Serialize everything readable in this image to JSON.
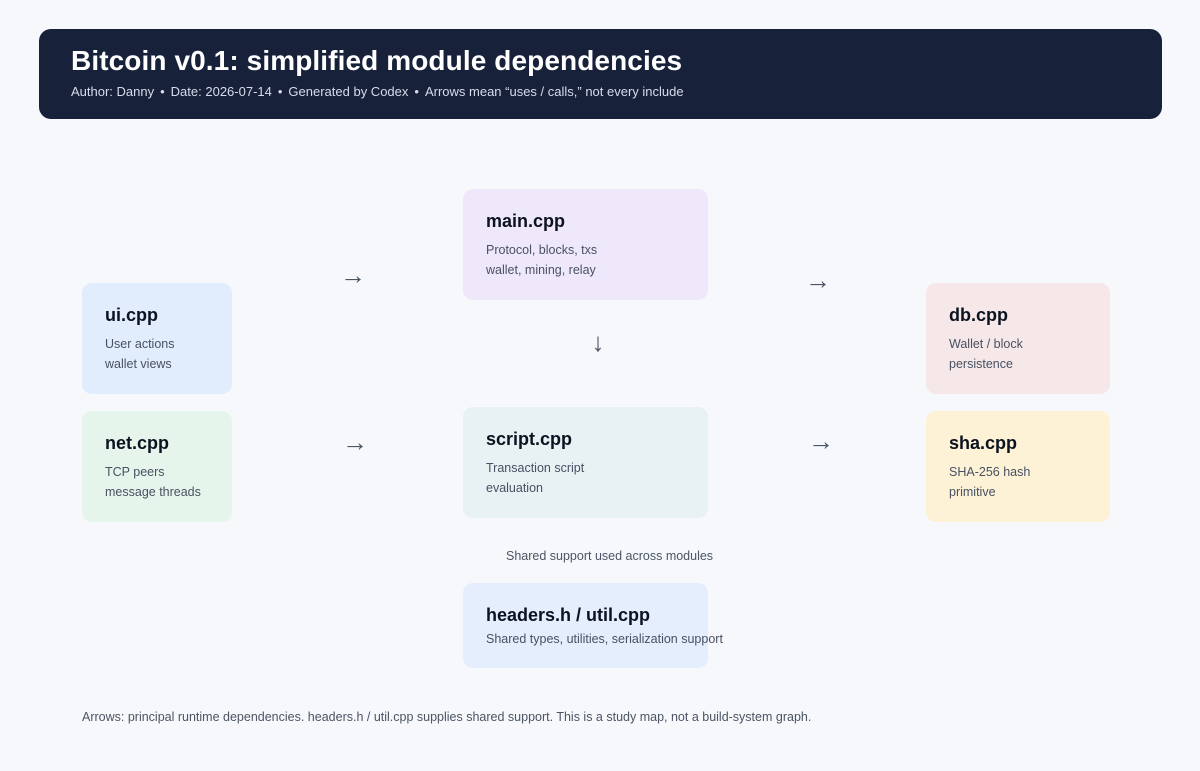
{
  "header": {
    "title": "Bitcoin v0.1: simplified module dependencies",
    "meta": [
      "Author: Danny",
      "Date: 2026-07-14",
      "Generated by Codex",
      "Arrows mean “uses / calls,” not every include"
    ],
    "separator": "•"
  },
  "modules": {
    "ui": {
      "name": "ui.cpp",
      "lines": [
        "User actions",
        "wallet views"
      ],
      "color": "#e1edfd"
    },
    "net": {
      "name": "net.cpp",
      "lines": [
        "TCP peers",
        "message threads"
      ],
      "color": "#e6f5eb"
    },
    "main": {
      "name": "main.cpp",
      "lines": [
        "Protocol, blocks, txs",
        "wallet, mining, relay"
      ],
      "color": "#efe8fa"
    },
    "script": {
      "name": "script.cpp",
      "lines": [
        "Transaction script",
        "evaluation"
      ],
      "color": "#e8f1f3"
    },
    "db": {
      "name": "db.cpp",
      "lines": [
        "Wallet / block",
        "persistence"
      ],
      "color": "#f6e8e8"
    },
    "sha": {
      "name": "sha.cpp",
      "lines": [
        "SHA-256 hash",
        "primitive"
      ],
      "color": "#fdf2d6"
    },
    "headers": {
      "name": "headers.h / util.cpp",
      "lines": [
        "Shared types, utilities, serialization support"
      ],
      "color": "#e5eefd"
    }
  },
  "arrows": {
    "right": "→",
    "down": "↓"
  },
  "shared_caption": "Shared support used across modules",
  "footer": "Arrows: principal runtime dependencies. headers.h / util.cpp supplies shared support. This is a study map, not a build-system graph."
}
